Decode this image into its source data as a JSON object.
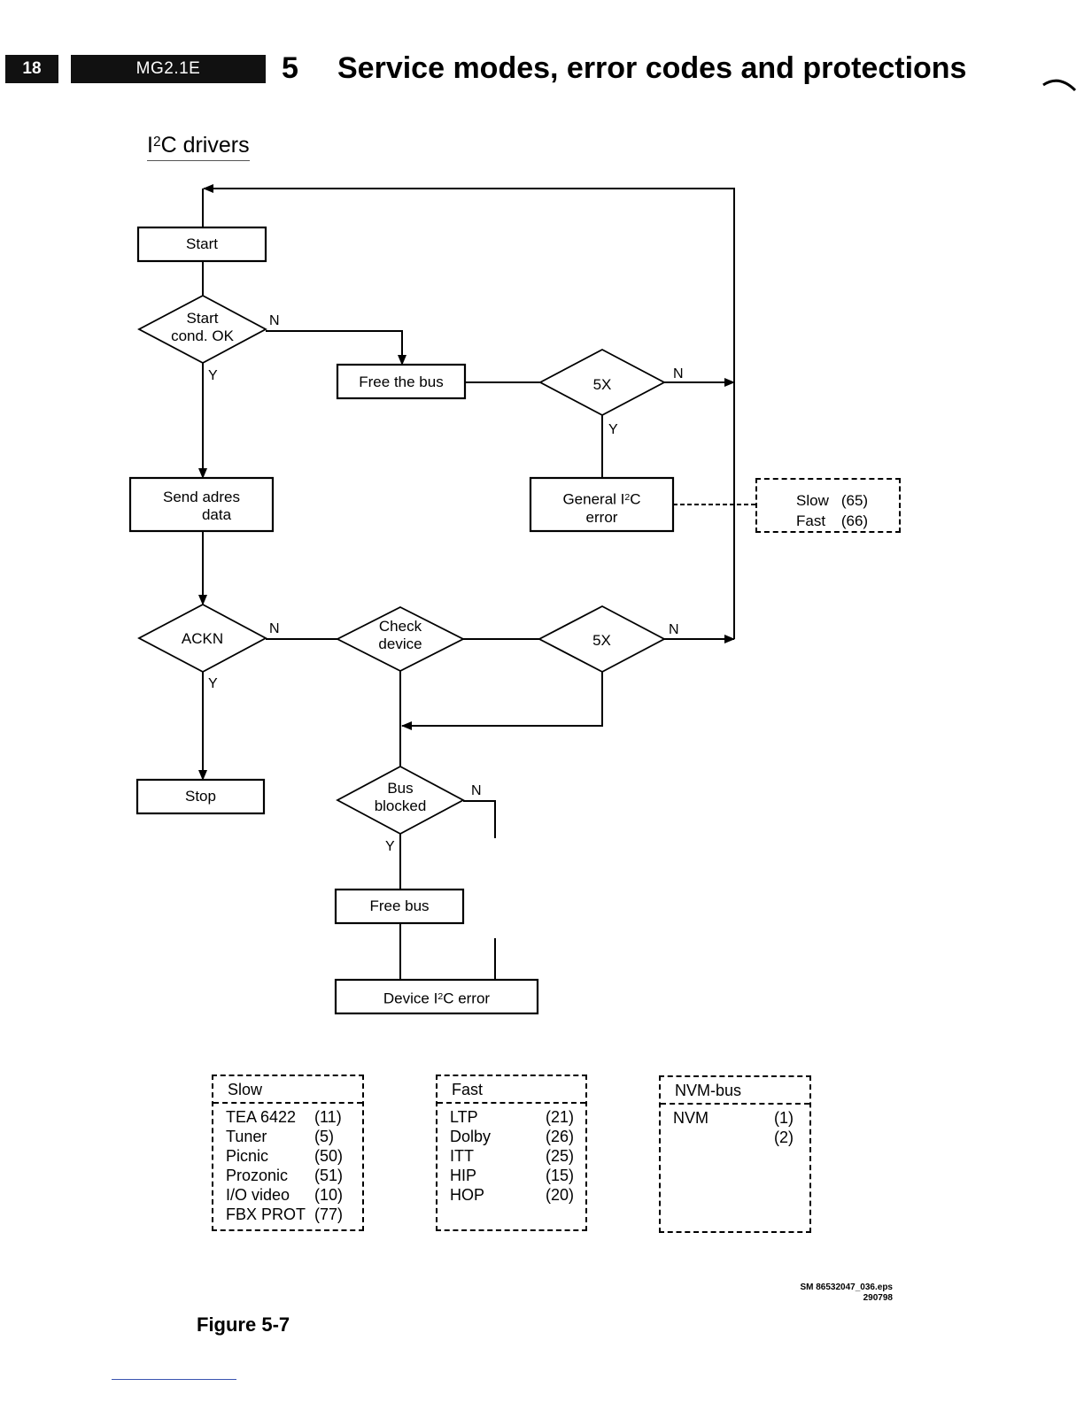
{
  "header": {
    "page_number": "18",
    "model": "MG2.1E",
    "chapter_number": "5",
    "chapter_title": "Service modes, error codes and protections"
  },
  "section": {
    "title_prefix": "I",
    "title_sup": "2",
    "title_rest": "C drivers"
  },
  "flowchart": {
    "start_box": "Start",
    "start_cond_line1": "Start",
    "start_cond_line2": "cond. OK",
    "free_the_bus": "Free the bus",
    "retry_top": "5X",
    "general_error_line1_prefix": "General I",
    "general_error_sup": "2",
    "general_error_line1_rest": "C",
    "general_error_line2": "error",
    "send_adres_line1": "Send adres",
    "send_adres_line2": "data",
    "ackn": "ACKN",
    "check_device_line1": "Check",
    "check_device_line2": "device",
    "retry_mid": "5X",
    "stop_box": "Stop",
    "bus_blocked_line1": "Bus",
    "bus_blocked_line2": "blocked",
    "free_bus": "Free bus",
    "device_error_prefix": "Device I",
    "device_error_sup": "2",
    "device_error_rest": "C error",
    "labels": {
      "n": "N",
      "y": "Y"
    }
  },
  "error_codes_box": [
    {
      "name": "Slow",
      "code": "(65)"
    },
    {
      "name": "Fast",
      "code": "(66)"
    }
  ],
  "legends": {
    "slow": {
      "title": "Slow",
      "rows": [
        {
          "name": "TEA 6422",
          "code": "(11)"
        },
        {
          "name": "Tuner",
          "code": "(5)"
        },
        {
          "name": "Picnic",
          "code": "(50)"
        },
        {
          "name": "Prozonic",
          "code": "(51)"
        },
        {
          "name": "I/O video",
          "code": "(10)"
        },
        {
          "name": "FBX PROT",
          "code": "(77)"
        }
      ]
    },
    "fast": {
      "title": "Fast",
      "rows": [
        {
          "name": "LTP",
          "code": "(21)"
        },
        {
          "name": "Dolby",
          "code": "(26)"
        },
        {
          "name": "ITT",
          "code": "(25)"
        },
        {
          "name": "HIP",
          "code": "(15)"
        },
        {
          "name": "HOP",
          "code": "(20)"
        }
      ]
    },
    "nvm": {
      "title": "NVM-bus",
      "rows": [
        {
          "name": "NVM",
          "code": "(1)"
        },
        {
          "name": "",
          "code": "(2)"
        }
      ]
    }
  },
  "file_reference_line1": "SM 86532047_036.eps",
  "file_reference_line2": "290798",
  "figure_caption": "Figure 5-7"
}
